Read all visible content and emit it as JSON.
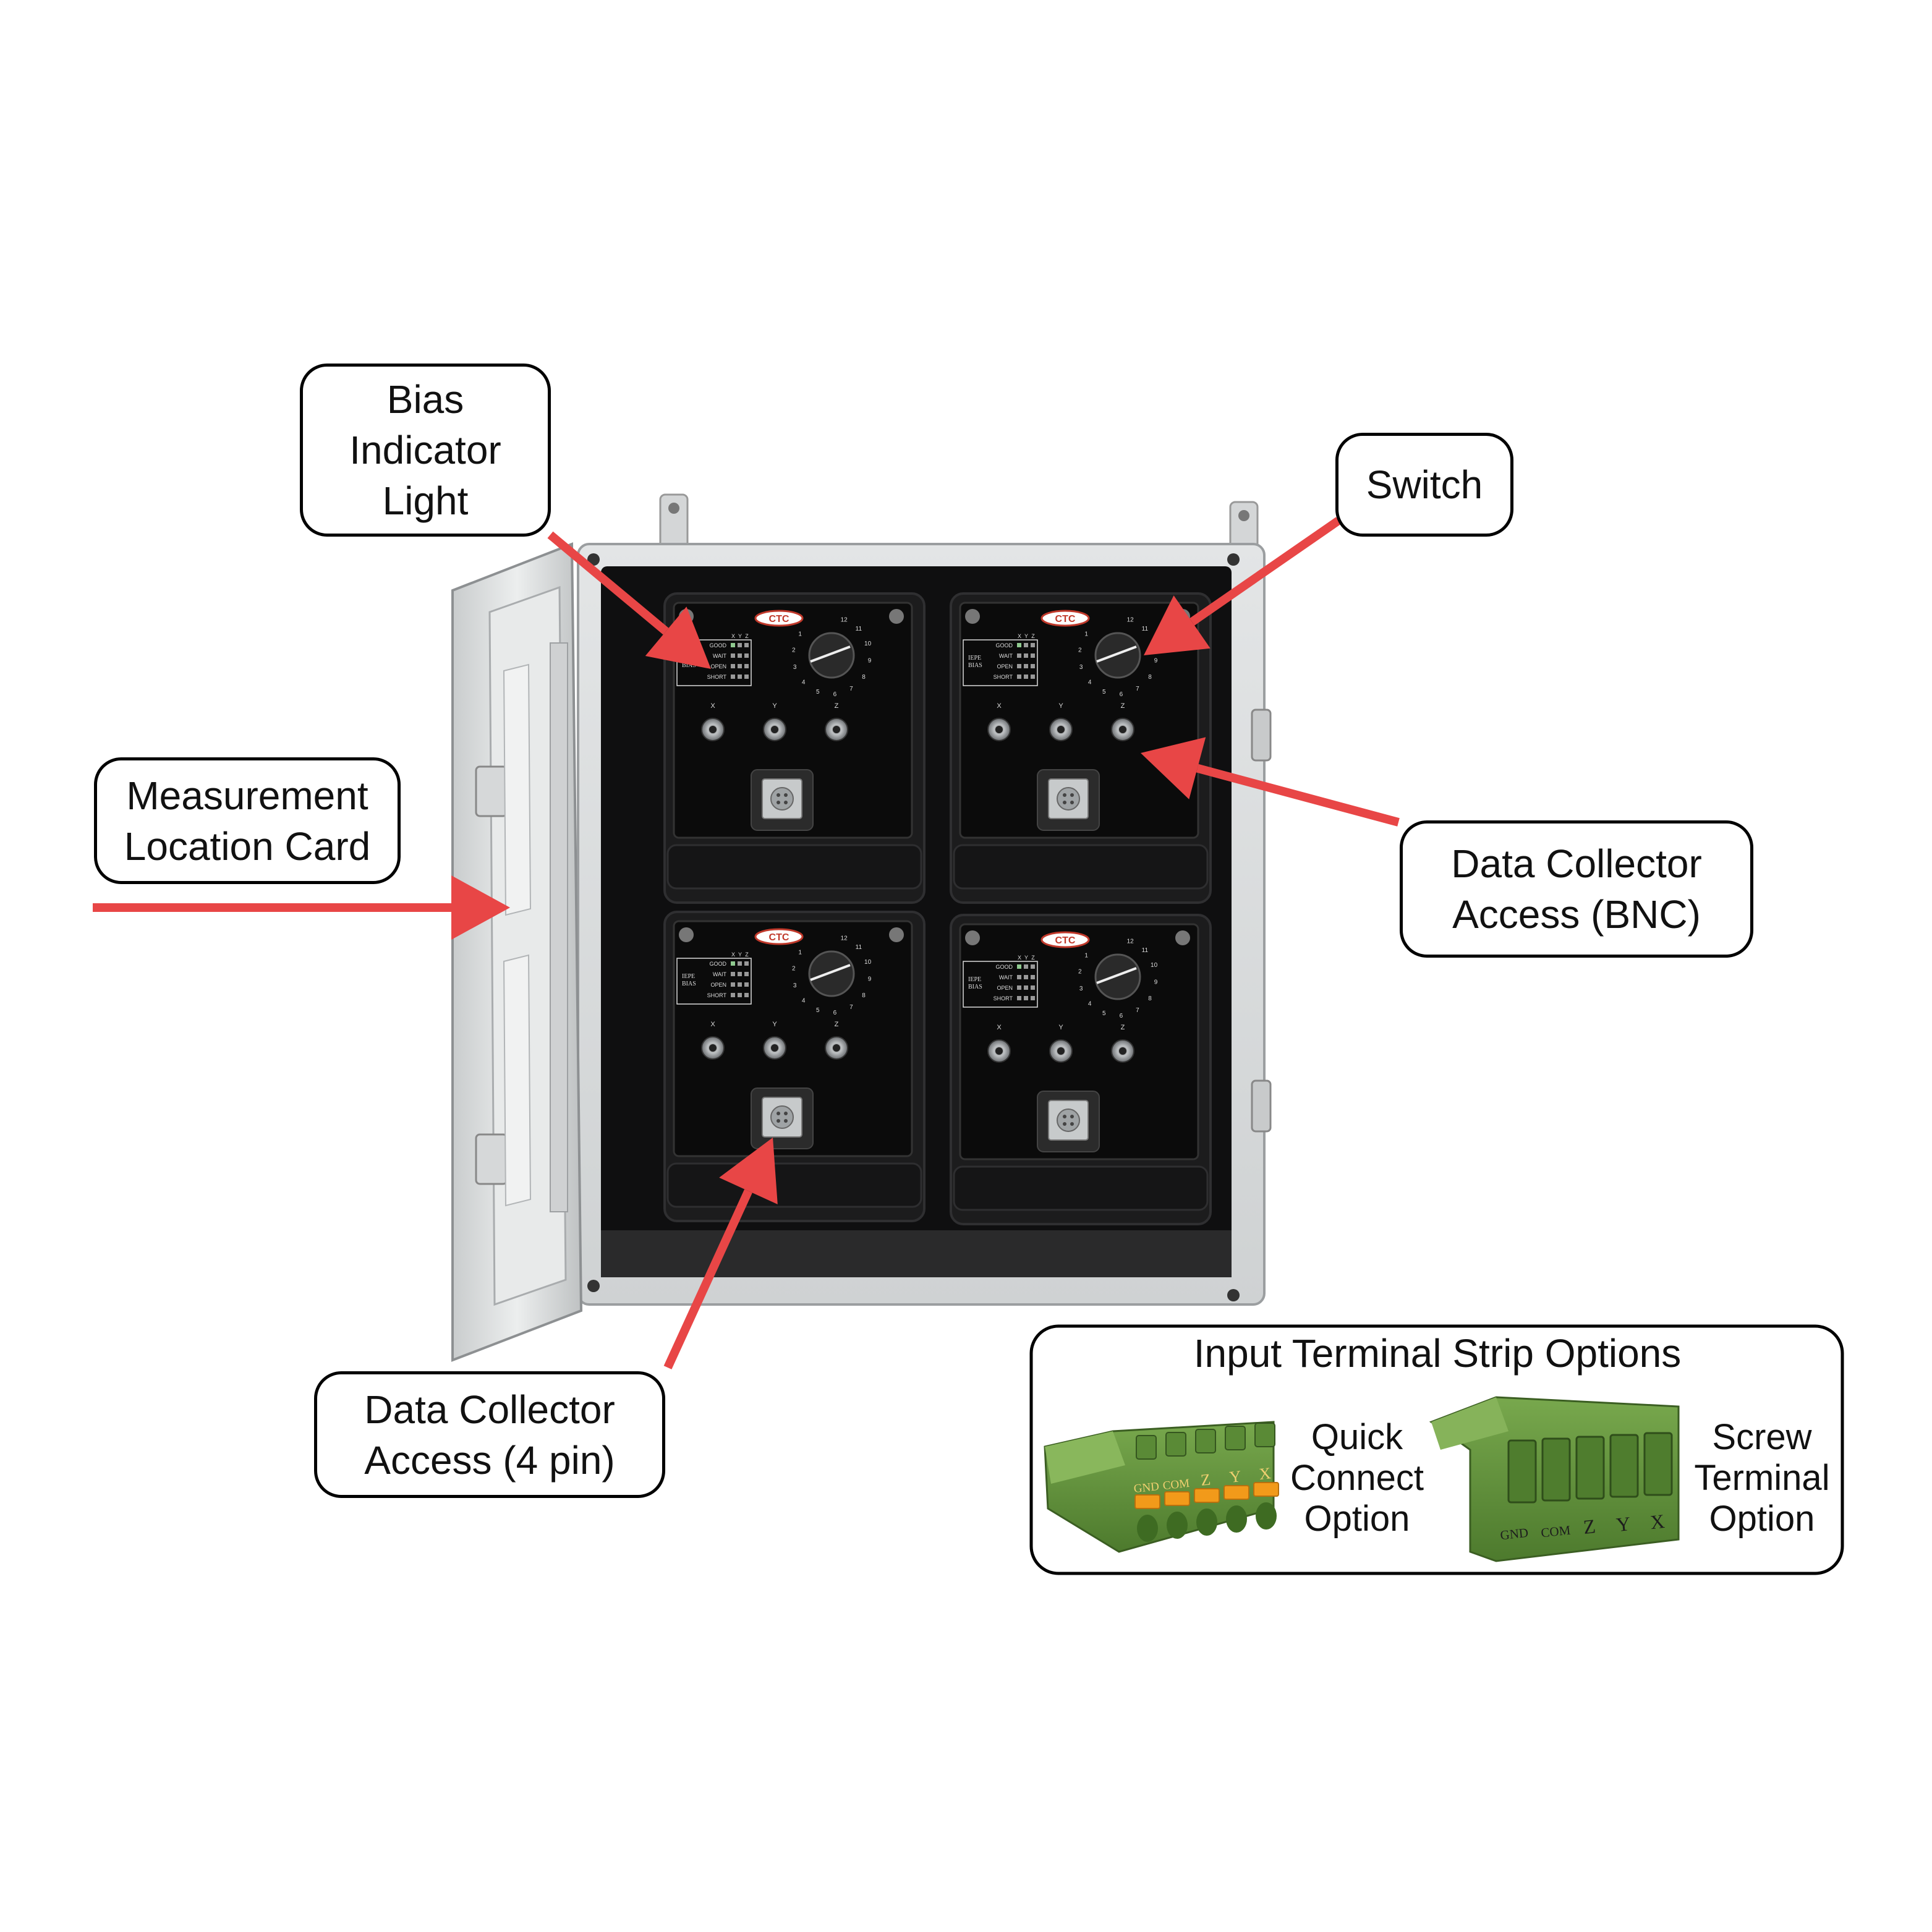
{
  "callouts": {
    "bias_indicator": "Bias\nIndicator\nLight",
    "switch": "Switch",
    "measurement_card": "Measurement\nLocation Card",
    "bnc_access": "Data Collector\nAccess (BNC)",
    "pin_access": "Data Collector\nAccess (4 pin)"
  },
  "terminal_options": {
    "title": "Input Terminal Strip Options",
    "quick_connect": "Quick\nConnect\nOption",
    "screw_terminal": "Screw\nTerminal\nOption",
    "pin_labels": [
      "GND",
      "COM",
      "Z",
      "Y",
      "X"
    ]
  },
  "module": {
    "logo": "CTC",
    "bias_rows": [
      "GOOD",
      "WAIT",
      "OPEN",
      "SHORT"
    ],
    "bias_title": [
      "IEPE",
      "BIAS"
    ],
    "columns": [
      "X",
      "Y",
      "Z"
    ],
    "dial_numbers": [
      "1",
      "2",
      "3",
      "4",
      "5",
      "6",
      "7",
      "8",
      "9",
      "10",
      "11",
      "12"
    ]
  },
  "colors": {
    "arrow": "#e84646",
    "enclosure": "#d8dadb",
    "module_bg": "#0b0b0b",
    "terminal_green": "#5f8f3a",
    "terminal_orange": "#f29a1a"
  }
}
